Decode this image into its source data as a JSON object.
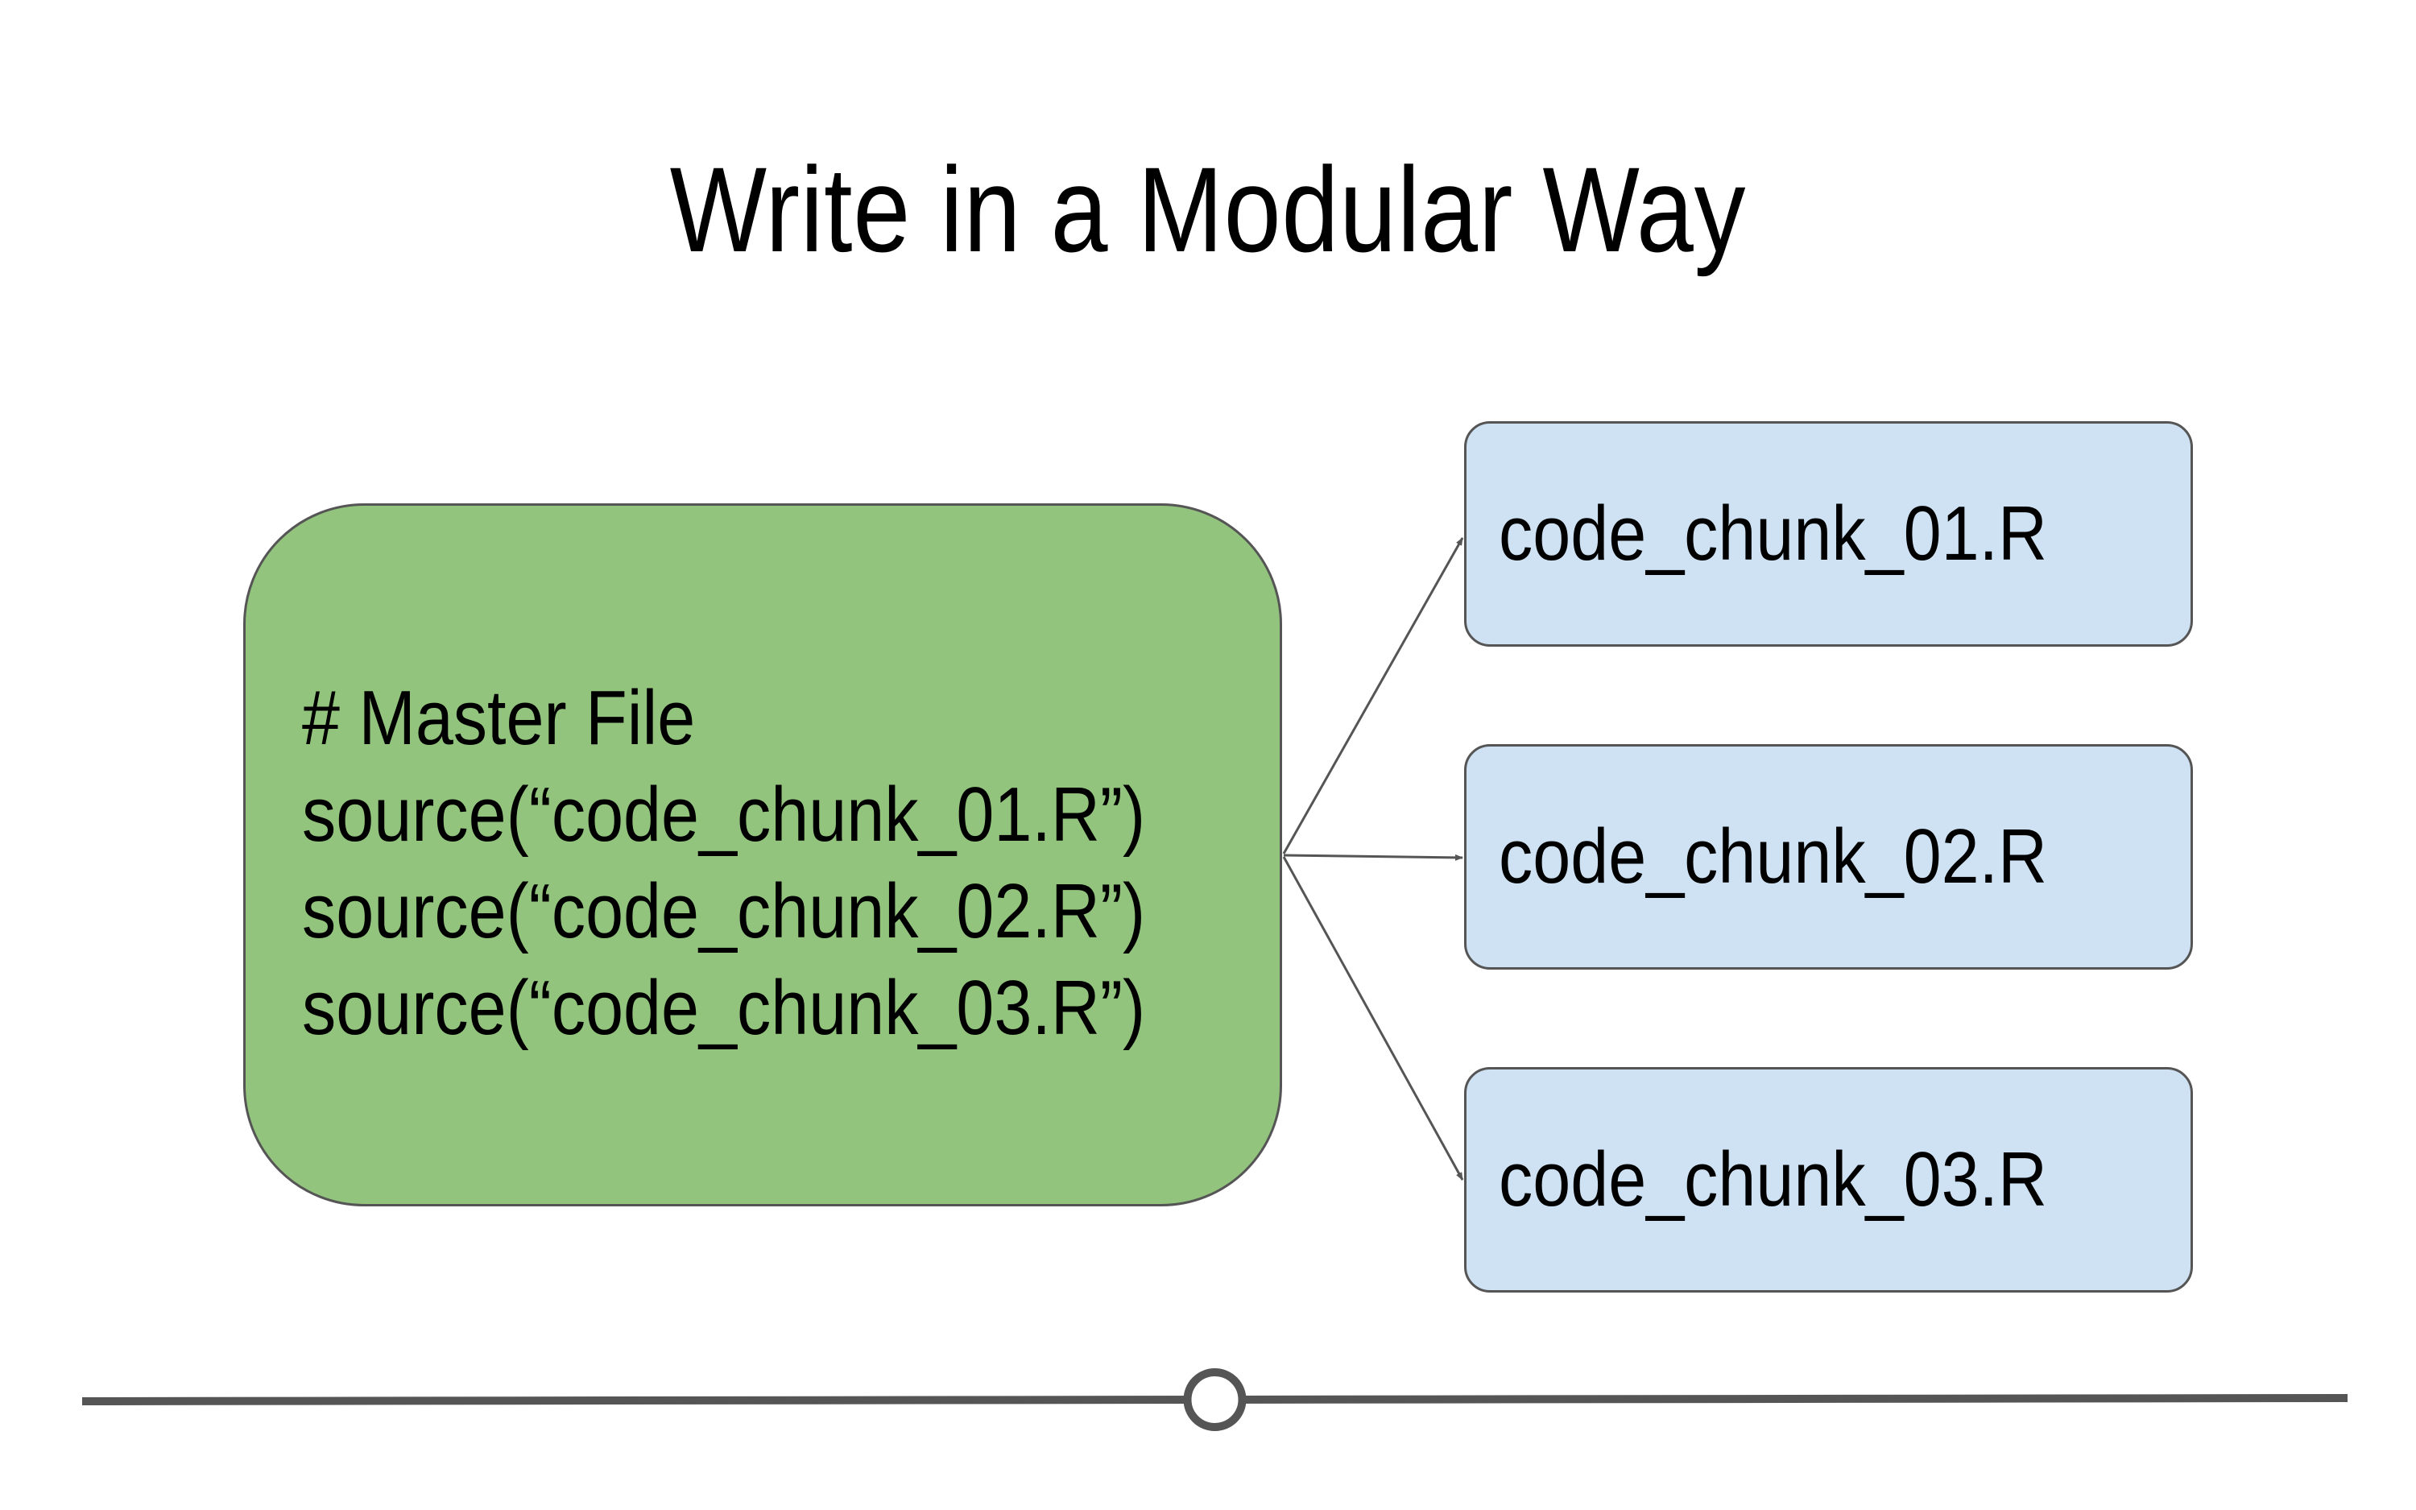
{
  "title": "Write in a Modular Way",
  "master": {
    "lines": [
      "# Master File",
      "source(“code_chunk_01.R”)",
      "source(“code_chunk_02.R”)",
      "source(“code_chunk_03.R”)"
    ]
  },
  "chunks": [
    {
      "label": "code_chunk_01.R"
    },
    {
      "label": "code_chunk_02.R"
    },
    {
      "label": "code_chunk_03.R"
    }
  ],
  "colors": {
    "master_fill": "#93c47d",
    "chunk_fill": "#cfe2f3",
    "border": "#555555",
    "connector": "#555555"
  },
  "timeline": {
    "progress": 0.5
  }
}
